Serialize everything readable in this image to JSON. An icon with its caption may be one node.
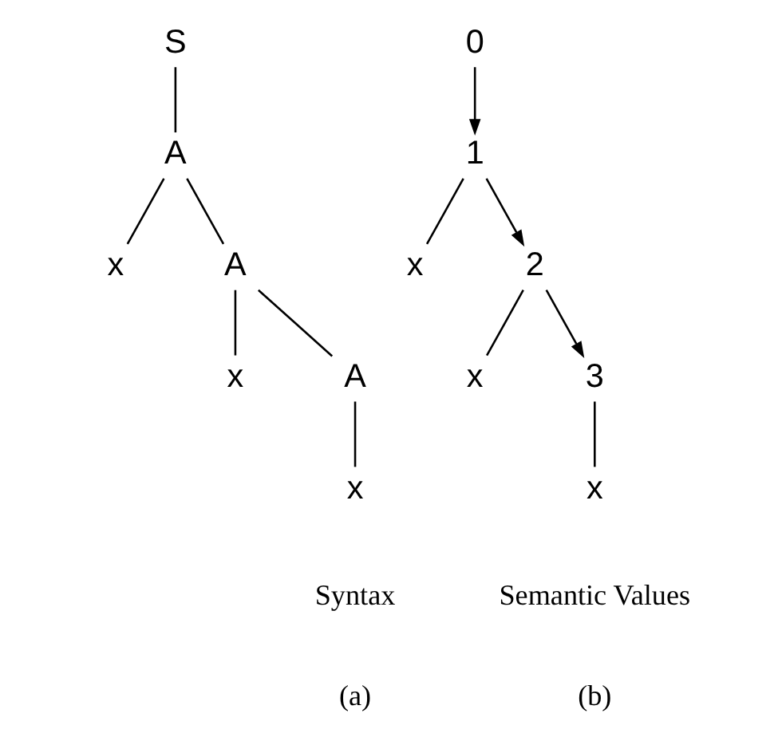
{
  "diagram": {
    "nodes": [
      {
        "text": [
          "S"
        ]
      },
      {
        "text": [
          "A"
        ]
      },
      {
        "text": [
          "x"
        ]
      },
      {
        "text": [
          "A"
        ]
      },
      {
        "text": [
          "x"
        ]
      },
      {
        "text": [
          "A"
        ]
      },
      {
        "text": [
          "x"
        ]
      },
      {
        "text": [
          "0"
        ]
      },
      {
        "text": [
          "1"
        ]
      },
      {
        "text": [
          "x"
        ]
      },
      {
        "text": [
          "2"
        ]
      },
      {
        "text": [
          "x"
        ]
      },
      {
        "text": [
          "3"
        ]
      },
      {
        "text": [
          "x"
        ]
      }
    ],
    "edges": [
      {
        "from": 0,
        "to": 1,
        "arrow": "none"
      },
      {
        "from": 1,
        "to": 2,
        "arrow": "none"
      },
      {
        "from": 1,
        "to": 3,
        "arrow": "none"
      },
      {
        "from": 3,
        "to": 4,
        "arrow": "none"
      },
      {
        "from": 3,
        "to": 5,
        "arrow": "none"
      },
      {
        "from": 5,
        "to": 6,
        "arrow": "none"
      },
      {
        "from": 7,
        "to": 8,
        "arrow": "to"
      },
      {
        "from": 8,
        "to": 9,
        "arrow": "none"
      },
      {
        "from": 8,
        "to": 10,
        "arrow": "to"
      },
      {
        "from": 10,
        "to": 11,
        "arrow": "none"
      },
      {
        "from": 10,
        "to": 12,
        "arrow": "to"
      },
      {
        "from": 12,
        "to": 13,
        "arrow": "none"
      }
    ],
    "labels": [
      "Syntax",
      "(a)",
      "Semantic Values",
      "(b)"
    ]
  }
}
